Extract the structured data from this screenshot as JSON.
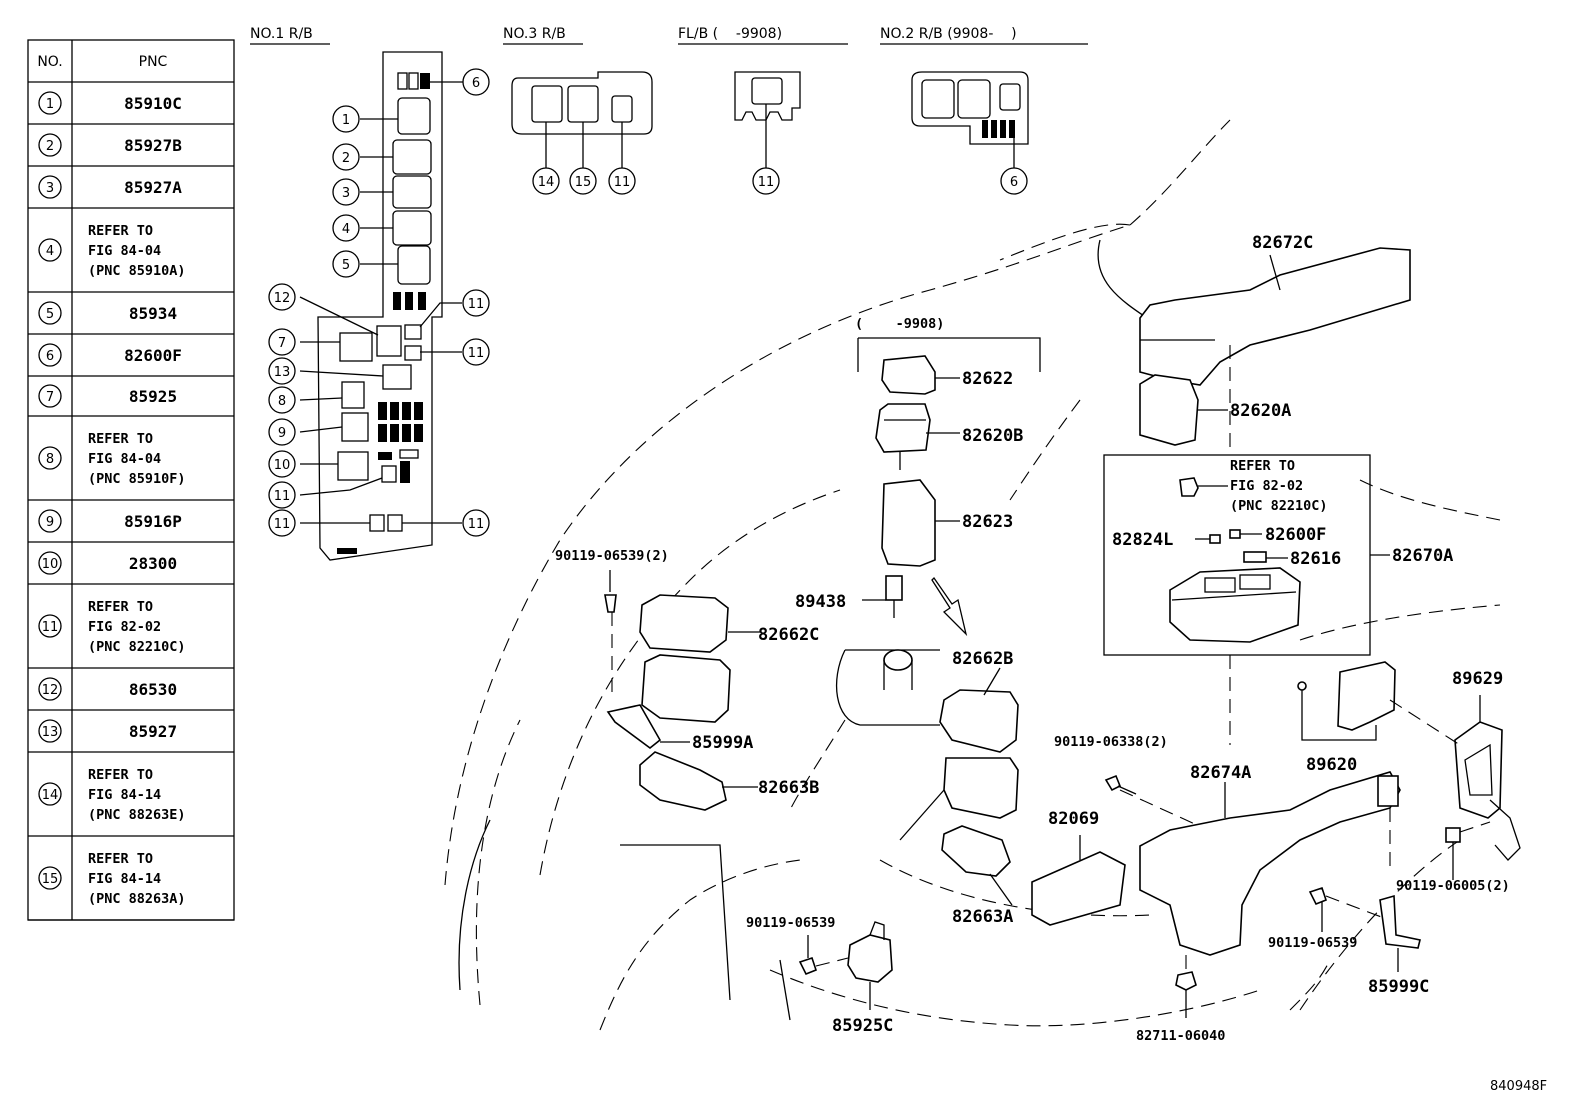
{
  "table": {
    "header_no": "NO.",
    "header_pnc": "PNC",
    "rows": [
      {
        "no": "1",
        "pnc": [
          "85910C"
        ]
      },
      {
        "no": "2",
        "pnc": [
          "85927B"
        ]
      },
      {
        "no": "3",
        "pnc": [
          "85927A"
        ]
      },
      {
        "no": "4",
        "pnc": [
          "REFER TO",
          "FIG 84-04",
          "(PNC 85910A)"
        ]
      },
      {
        "no": "5",
        "pnc": [
          "85934"
        ]
      },
      {
        "no": "6",
        "pnc": [
          "82600F"
        ]
      },
      {
        "no": "7",
        "pnc": [
          "85925"
        ]
      },
      {
        "no": "8",
        "pnc": [
          "REFER TO",
          "FIG 84-04",
          "(PNC 85910F)"
        ]
      },
      {
        "no": "9",
        "pnc": [
          "85916P"
        ]
      },
      {
        "no": "10",
        "pnc": [
          "28300"
        ]
      },
      {
        "no": "11",
        "pnc": [
          "REFER TO",
          "FIG 82-02",
          "(PNC 82210C)"
        ]
      },
      {
        "no": "12",
        "pnc": [
          "86530"
        ]
      },
      {
        "no": "13",
        "pnc": [
          "85927"
        ]
      },
      {
        "no": "14",
        "pnc": [
          "REFER TO",
          "FIG 84-14",
          "(PNC 88263E)"
        ]
      },
      {
        "no": "15",
        "pnc": [
          "REFER TO",
          "FIG 84-14",
          "(PNC 88263A)"
        ]
      }
    ]
  },
  "headers": {
    "rb1": "NO.1 R/B",
    "rb3": "NO.3 R/B",
    "flb": "FL/B (    -9908)",
    "rb2": "NO.2 R/B (9908-    )"
  },
  "callouts": {
    "c1": "1",
    "c2": "2",
    "c3": "3",
    "c4": "4",
    "c5": "5",
    "c6": "6",
    "c7": "7",
    "c8": "8",
    "c9": "9",
    "c10": "10",
    "c11": "11",
    "c12": "12",
    "c13": "13",
    "c14": "14",
    "c15": "15"
  },
  "parts": {
    "range_9908": "(    -9908)",
    "p82622": "82622",
    "p82620B": "82620B",
    "p82623": "82623",
    "p89438": "89438",
    "p82662B": "82662B",
    "p82663A": "82663A",
    "p82672C": "82672C",
    "p82620A": "82620A",
    "refer_1": "REFER TO",
    "refer_2": "FIG 82-02",
    "refer_3": "(PNC 82210C)",
    "p82824L": "82824L",
    "p82600F": "82600F",
    "p82616": "82616",
    "p82670A": "82670A",
    "p89629": "89629",
    "p89620": "89620",
    "b90119_06539_2": "90119-06539(2)",
    "p82662C": "82662C",
    "p85999A": "85999A",
    "p82663B": "82663B",
    "b90119_06338_2": "90119-06338(2)",
    "p82674A": "82674A",
    "p82069": "82069",
    "b90119_06005_2": "90119-06005(2)",
    "b90119_06539_a": "90119-06539",
    "p85925C": "85925C",
    "b90119_06539_b": "90119-06539",
    "p85999C": "85999C",
    "p82711_06040": "82711-06040"
  },
  "figure_id": "840948F"
}
